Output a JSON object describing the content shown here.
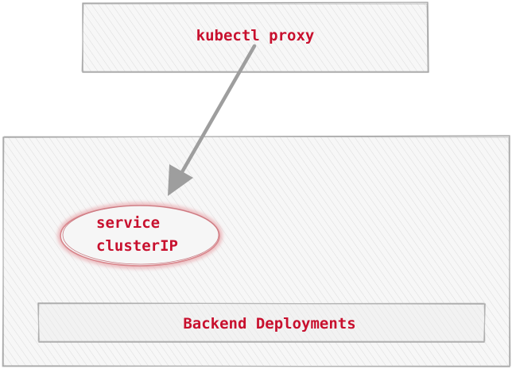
{
  "diagram": {
    "proxy_box": {
      "label": "kubectl proxy"
    },
    "cluster_box": {
      "label": ""
    },
    "service": {
      "line1": "service",
      "line2": "clusterIP"
    },
    "deployments": {
      "label": "Backend Deployments"
    },
    "arrow": {
      "from": "kubectl proxy",
      "to": "service clusterIP"
    }
  },
  "colors": {
    "text": "#c8102e",
    "box_stroke": "#9a9a9a",
    "hatch": "#dcdcdc",
    "arrow": "#9e9e9e",
    "ellipse_stroke": "#d9868c"
  }
}
